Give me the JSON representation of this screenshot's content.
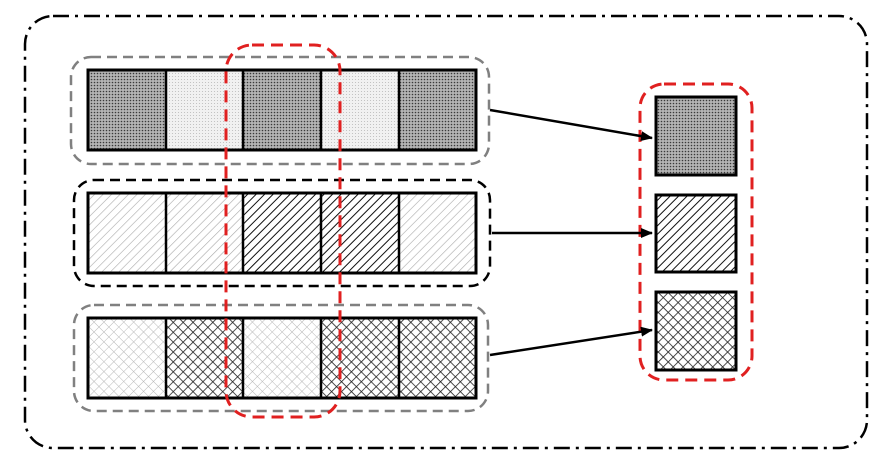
{
  "diagram": {
    "rows": [
      {
        "name": "dotted",
        "cells": [
          "dark",
          "light",
          "dark",
          "light",
          "dark"
        ]
      },
      {
        "name": "hatched",
        "cells": [
          "light",
          "light",
          "dark",
          "dark",
          "light"
        ]
      },
      {
        "name": "crosshatched",
        "cells": [
          "light",
          "dark",
          "light",
          "dark",
          "dark"
        ]
      }
    ],
    "highlighted_column": 3,
    "outputs": [
      "dark-dotted",
      "dark-hatched",
      "dark-crosshatched"
    ],
    "colors": {
      "border": "#000000",
      "highlight": "#e02020",
      "row_group_gray": "#808080",
      "row_group_black": "#000000"
    }
  }
}
